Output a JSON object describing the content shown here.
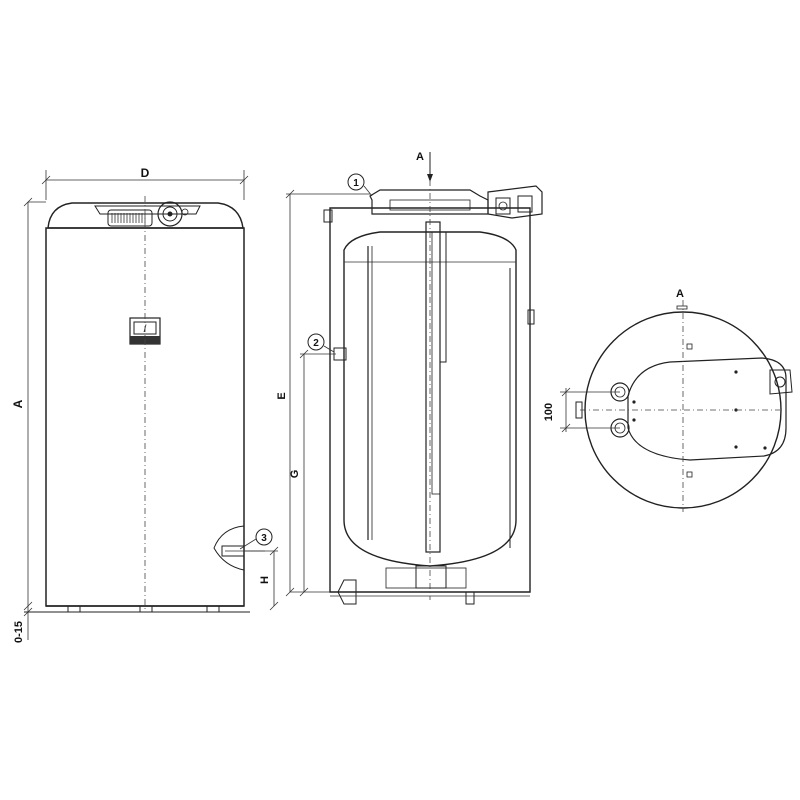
{
  "dimensions": {
    "D": "D",
    "A_left": "A",
    "zero15": "0-15",
    "H": "H",
    "G": "G",
    "E": "E",
    "hundred": "100"
  },
  "callouts": {
    "c1": "1",
    "c2": "2",
    "c3": "3"
  },
  "view_markers": {
    "arrow_top": "A",
    "top_view": "A"
  },
  "panel": {
    "display_glyph": "/"
  }
}
